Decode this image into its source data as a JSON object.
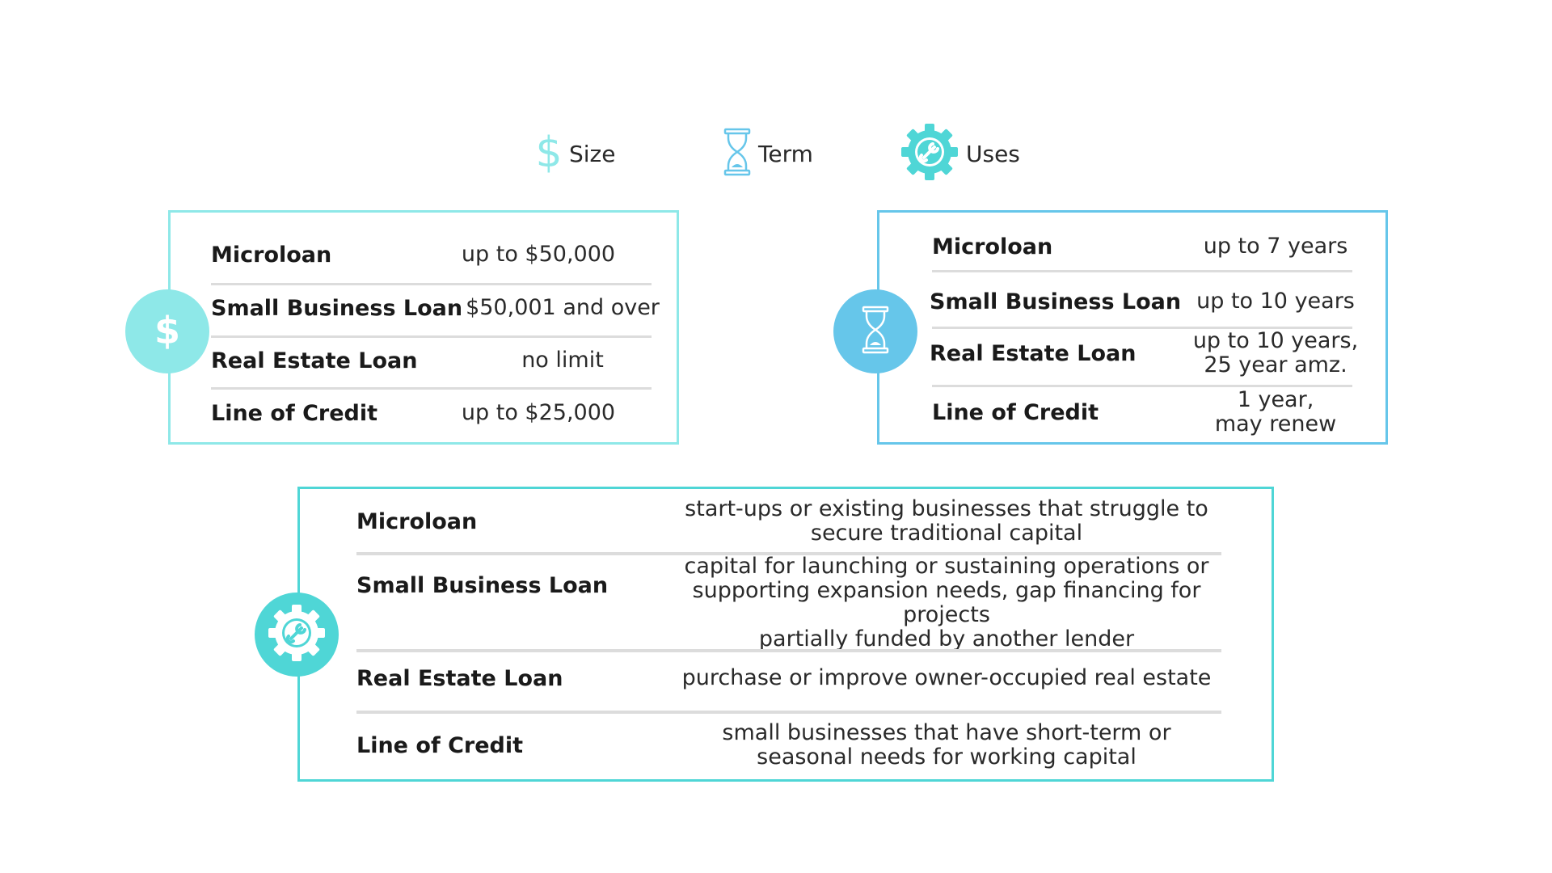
{
  "colors": {
    "size_accent": "#8ee8e8",
    "term_accent": "#66c6ea",
    "uses_accent": "#4fd6d6",
    "divider": "#dcdcdc"
  },
  "legend": {
    "size": {
      "icon": "dollar-icon",
      "label": "Size"
    },
    "term": {
      "icon": "hourglass-icon",
      "label": "Term"
    },
    "uses": {
      "icon": "gear-wrench-icon",
      "label": "Uses"
    }
  },
  "size_table": {
    "rows": [
      {
        "name": "Microloan",
        "value": "up to $50,000"
      },
      {
        "name": "Small Business Loan",
        "value": "$50,001 and over"
      },
      {
        "name": "Real Estate Loan",
        "value": "no limit"
      },
      {
        "name": "Line of Credit",
        "value": "up to $25,000"
      }
    ]
  },
  "term_table": {
    "rows": [
      {
        "name": "Microloan",
        "value_lines": [
          "up to 7 years"
        ]
      },
      {
        "name": "Small Business Loan",
        "value_lines": [
          "up to 10 years"
        ]
      },
      {
        "name": "Real Estate Loan",
        "value_lines": [
          "up to 10 years,",
          "25 year amz."
        ]
      },
      {
        "name": "Line of Credit",
        "value_lines": [
          "1 year,",
          "may renew"
        ]
      }
    ]
  },
  "uses_table": {
    "rows": [
      {
        "name": "Microloan",
        "value_lines": [
          "start-ups or existing businesses that struggle to",
          "secure traditional capital"
        ]
      },
      {
        "name": "Small Business Loan",
        "value_lines": [
          "capital for launching or sustaining operations or",
          "supporting expansion needs, gap financing for projects",
          "partially funded by another lender"
        ]
      },
      {
        "name": "Real Estate Loan",
        "value_lines": [
          "purchase or improve owner-occupied real estate"
        ]
      },
      {
        "name": "Line of Credit",
        "value_lines": [
          "small businesses that have short-term or",
          "seasonal needs for working capital"
        ]
      }
    ]
  }
}
